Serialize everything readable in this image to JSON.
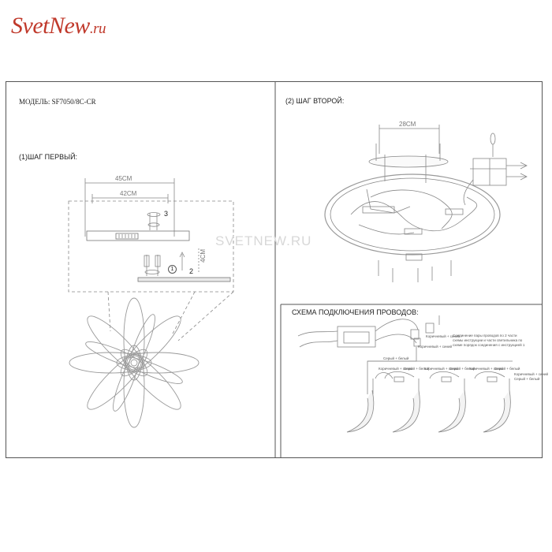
{
  "logo": {
    "main": "SvetNew",
    "tld": ".ru"
  },
  "model": "МОДЕЛЬ: SF7050/8C-CR",
  "step1": {
    "title": "(1)ШАГ ПЕРВЫЙ:",
    "dim_outer": "45СМ",
    "dim_inner": "42СМ",
    "dim_height": "4СМ",
    "mark_3": "3",
    "mark_1": "1",
    "mark_2": "2"
  },
  "step2": {
    "title": "(2) ШАГ ВТОРОЙ:",
    "dim_width": "28СМ",
    "watermark": "SVETNEW.RU"
  },
  "wiring": {
    "title": "СХЕМА ПОДКЛЮЧЕНИЯ ПРОВОДОВ:",
    "connector_labels": [
      "Серый + белый",
      "Коричневый + синий",
      "Коричневый + синий"
    ],
    "bulb_labels": [
      [
        "Коричневый + синий",
        "Серый + белый"
      ],
      [
        "Коричневый + синий",
        "Серый + белый"
      ],
      [
        "Коричневый + синий",
        "Серый + белый"
      ],
      [
        "Коричневый + синий",
        "Серый + белый"
      ]
    ],
    "note_line1": "Соединение пары проводов по 2 части",
    "note_line2": "схемы инструкции и части светильника по",
    "note_line3": "схеме порядок соединения с инструкцией 1"
  }
}
